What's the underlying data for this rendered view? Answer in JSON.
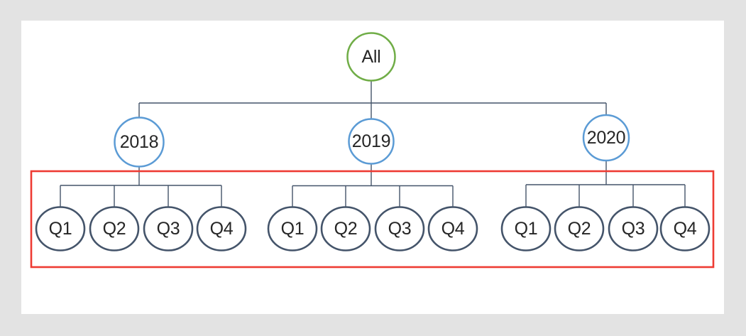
{
  "canvas": {
    "background_color": "#e3e3e3",
    "panel_color": "#ffffff"
  },
  "diagram": {
    "type": "hierarchy-tree",
    "root": {
      "label": "All",
      "stroke": "#70AD47"
    },
    "year_stroke": "#5B9BD5",
    "quarter_stroke": "#44546A",
    "connector_color": "#44546A",
    "highlight_box_color": "#EE3B33",
    "years": [
      {
        "label": "2018",
        "quarters": [
          "Q1",
          "Q2",
          "Q3",
          "Q4"
        ]
      },
      {
        "label": "2019",
        "quarters": [
          "Q1",
          "Q2",
          "Q3",
          "Q4"
        ]
      },
      {
        "label": "2020",
        "quarters": [
          "Q1",
          "Q2",
          "Q3",
          "Q4"
        ]
      }
    ]
  }
}
